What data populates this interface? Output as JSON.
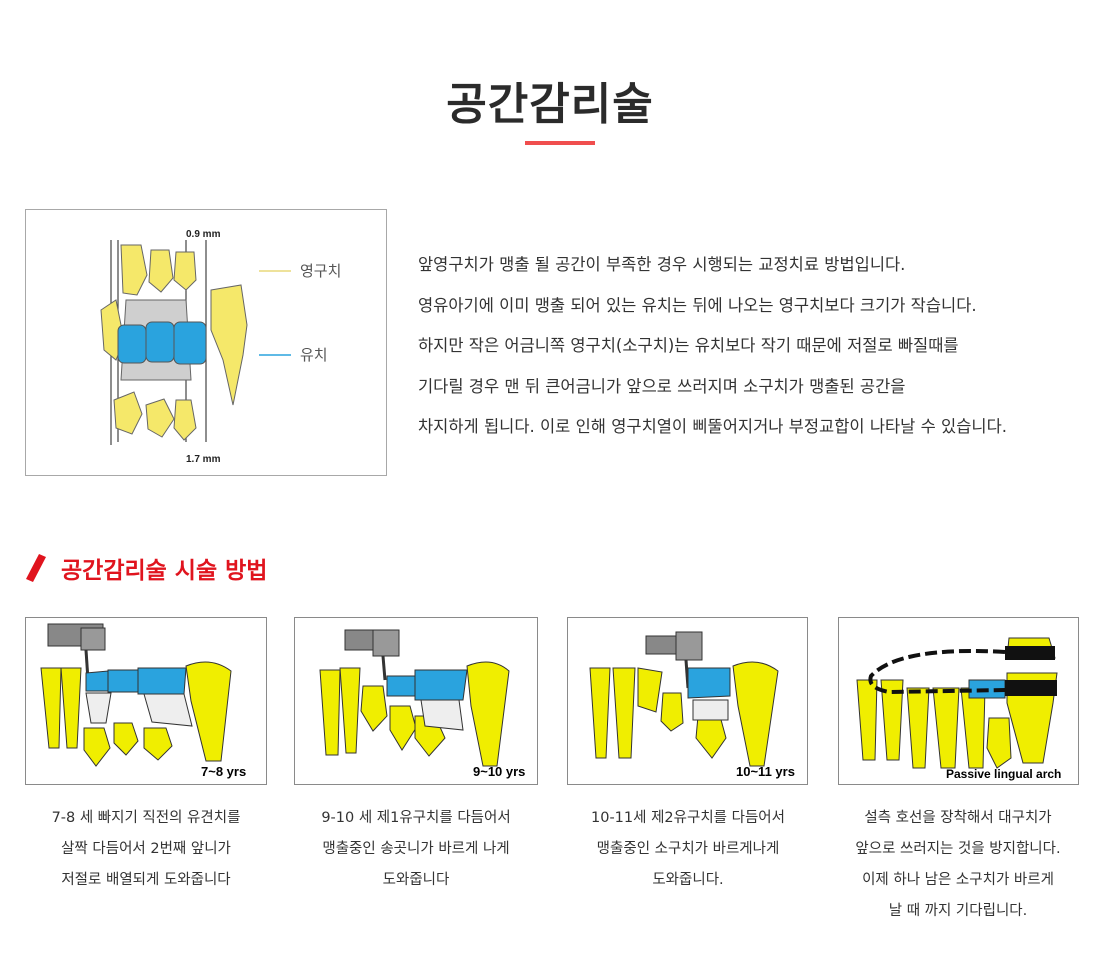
{
  "title": "공간감리술",
  "diagram": {
    "top_measure": "0.9 mm",
    "bottom_measure": "1.7 mm",
    "legend_permanent": "영구치",
    "legend_primary": "유치",
    "colors": {
      "permanent": "#f5e86a",
      "primary": "#2aa3de",
      "line_permanent": "#e8d87a",
      "line_primary": "#2aa3de"
    }
  },
  "intro": [
    "앞영구치가 맹출 될 공간이 부족한 경우 시행되는 교정치료 방법입니다.",
    "영유아기에 이미 맹출 되어 있는 유치는 뒤에 나오는 영구치보다 크기가 작습니다.",
    "하지만 작은 어금니쪽 영구치(소구치)는 유치보다 작기 때문에 저절로 빠질때를",
    "기다릴 경우 맨 뒤 큰어금니가 앞으로 쓰러지며 소구치가 맹출된 공간을",
    "차지하게 됩니다. 이로 인해 영구치열이 삐뚤어지거나 부정교합이 나타날 수 있습니다."
  ],
  "section": {
    "title": "공간감리술 시술 방법",
    "accent": "#e0141e"
  },
  "steps": [
    {
      "label": "7~8 yrs",
      "caption": [
        "7-8 세 빠지기 직전의 유견치를",
        "살짝 다듬어서 2번째 앞니가",
        "저절로 배열되게 도와줍니다"
      ]
    },
    {
      "label": "9~10 yrs",
      "caption": [
        "9-10 세 제1유구치를 다듬어서",
        "맹출중인 송곳니가 바르게 나게",
        "도와줍니다"
      ]
    },
    {
      "label": "10~11 yrs",
      "caption": [
        "10-11세 제2유구치를 다듬어서",
        "맹출중인 소구치가 바르게나게",
        "도와줍니다."
      ]
    },
    {
      "label": "Passive lingual arch",
      "caption": [
        "설측 호선을 장착해서 대구치가",
        "앞으로 쓰러지는 것을 방지합니다.",
        "이제 하나 남은 소구치가 바르게",
        "날 때 까지 기다립니다."
      ]
    }
  ]
}
